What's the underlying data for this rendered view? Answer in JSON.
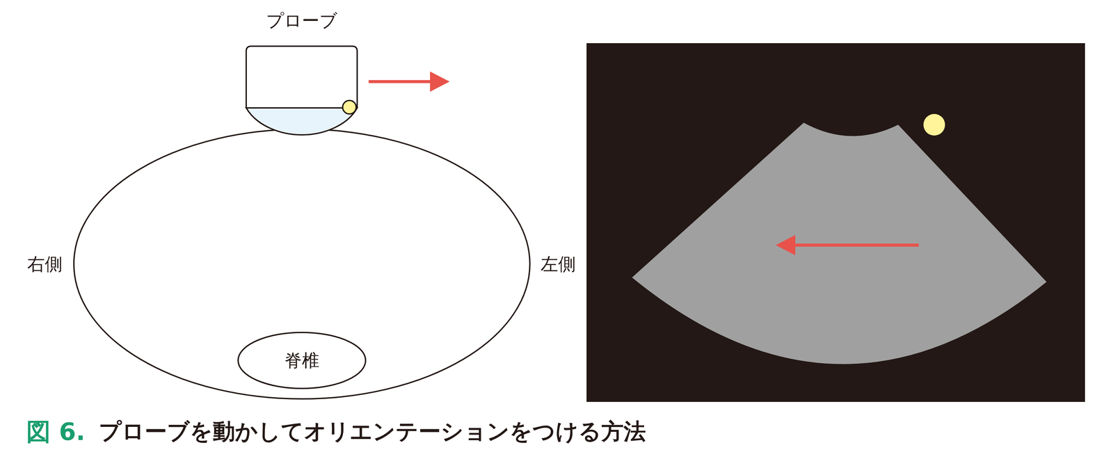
{
  "diagram": {
    "caption": "プローブを動かしてオリエンテーションをつける方法",
    "nodes": [
      {
        "text": [
          "プローブ"
        ]
      },
      {
        "text": [
          "脊椎"
        ]
      }
    ],
    "labels": [
      "右側",
      "左側",
      "図 6."
    ]
  }
}
